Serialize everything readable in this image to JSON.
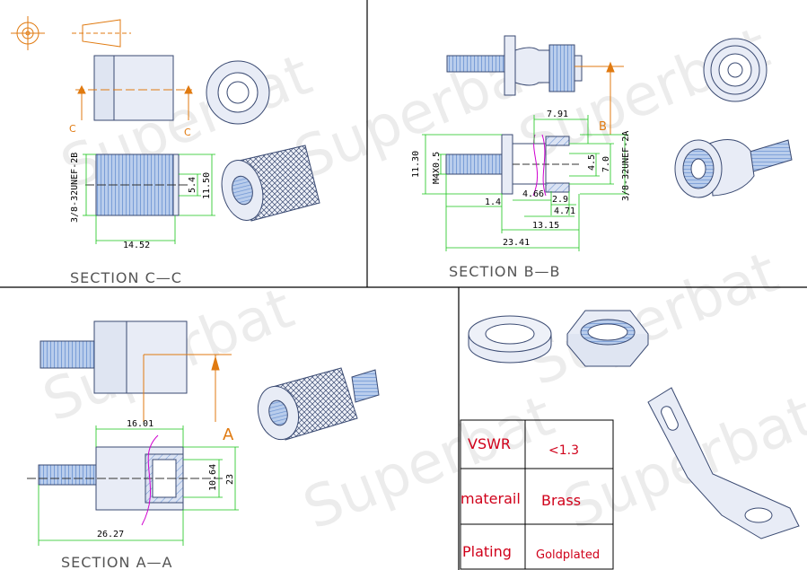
{
  "watermark": "Superbat",
  "colors": {
    "outline": "#3a4a72",
    "body_fill": "#e8ecf6",
    "thread": "#7fa2d8",
    "dimension": "#19c419",
    "leader": "#e07a10",
    "spline": "#d000d0",
    "frame": "#000000",
    "table_text": "#d0001a"
  },
  "panels": {
    "top_left": {
      "section_label": "SECTION C—C",
      "cut_letters": [
        "C",
        "C"
      ],
      "thread_label": "3/8-32UNEF-2B",
      "dims": [
        "5.4",
        "11.50",
        "14.52"
      ]
    },
    "top_right": {
      "section_label": "SECTION B—B",
      "cut_letter": "B",
      "thread_labels": [
        "M4X0.5",
        "3/8-32UNEF-2A"
      ],
      "dims": [
        "7.91",
        "11.30",
        "4.5",
        "7.0",
        "4.66",
        "2.9",
        "1.4",
        "4.71",
        "13.15",
        "23.41"
      ]
    },
    "bottom_left": {
      "section_label": "SECTION A—A",
      "cut_letter": "A",
      "dims": [
        "16.01",
        "10.64",
        "23",
        "26.27"
      ]
    },
    "bottom_right": {
      "spec_table": [
        {
          "label": "VSWR",
          "value": "<1.3"
        },
        {
          "label": "materail",
          "value": "Brass"
        },
        {
          "label": "Plating",
          "value": "Goldplated"
        }
      ]
    }
  }
}
